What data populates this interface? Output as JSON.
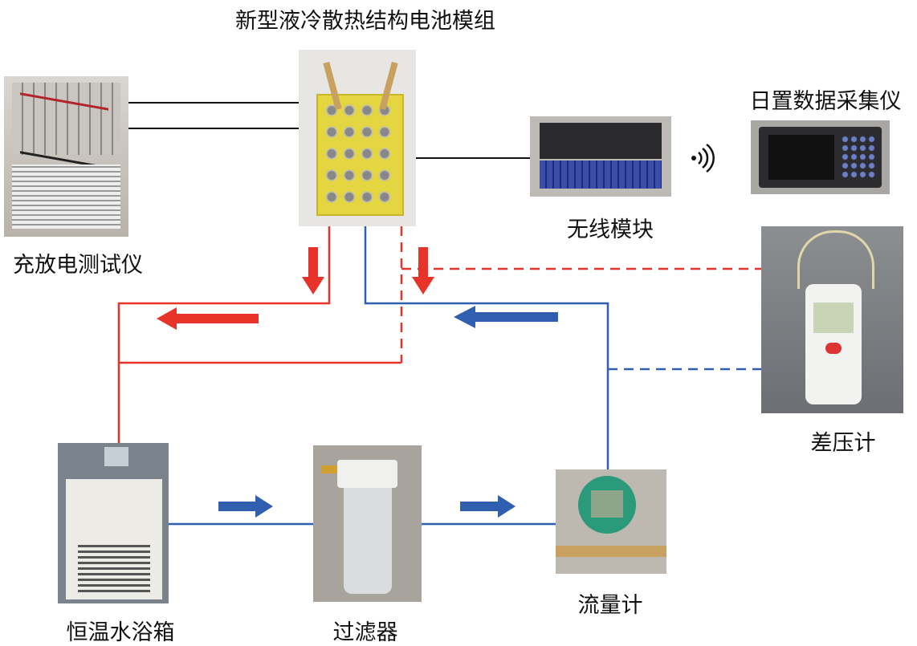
{
  "labels": {
    "battery_module": "新型液冷散热结构电池模组",
    "charger": "充放电测试仪",
    "wireless": "无线模块",
    "logger": "日置数据采集仪",
    "pressure": "差压计",
    "bath": "恒温水浴箱",
    "filter": "过滤器",
    "flowmeter": "流量计"
  },
  "colors": {
    "hot_line": "#e8332b",
    "cold_line": "#2f5fae",
    "signal_line": "#111111"
  },
  "icons": {
    "wireless_signal": "wifi-signal-icon"
  }
}
